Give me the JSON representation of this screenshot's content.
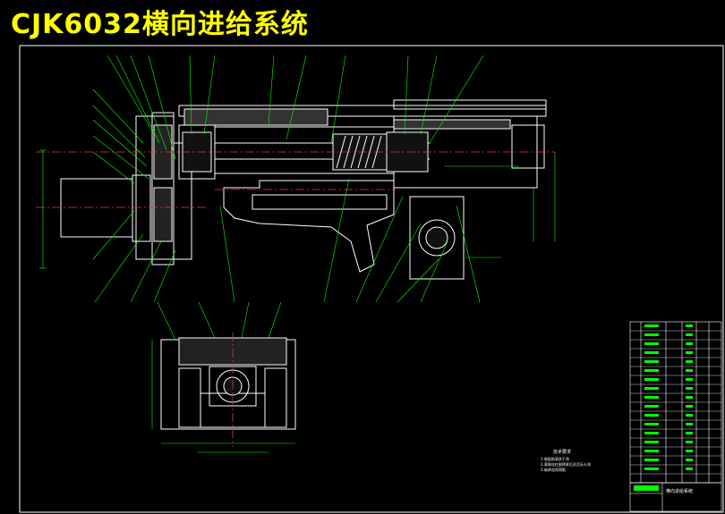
{
  "drawing": {
    "title": "CJK6032横向进给系统",
    "colors": {
      "title": "#ffff00",
      "outline": "#ffffff",
      "centerline": "#ff3030",
      "leader": "#00ff00",
      "hatch": "#ffffff",
      "dimension": "#00ff00",
      "background": "#000000"
    }
  },
  "technical_requirements": {
    "title": "技术要求",
    "lines": [
      "1.装配前清洗干净",
      "2.滚珠丝杠副预紧后灵活无卡滞",
      "3.轴承加润滑脂"
    ]
  },
  "title_block": {
    "drawing_name": "横向进给系统"
  }
}
